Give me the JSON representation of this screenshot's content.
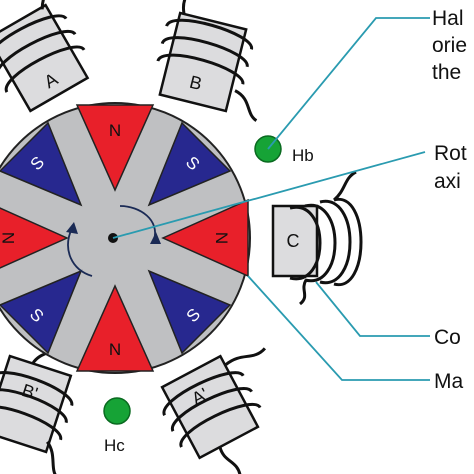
{
  "diagram": {
    "poles": {
      "north": "N",
      "south": "S"
    },
    "coils": {
      "a": "A",
      "b": "B",
      "c": "C",
      "a_prime": "A'",
      "b_prime": "B'"
    },
    "hall_sensors": {
      "hb": "Hb",
      "hc": "Hc"
    },
    "callouts": {
      "hall_line1": "Hal",
      "hall_line2": "orie",
      "hall_line3": "the",
      "rotor_line1": "Rot",
      "rotor_line2": "axi",
      "coil": "Co",
      "magnet": "Ma"
    },
    "colors": {
      "north": "#e8202a",
      "south": "#27288f",
      "stator_gray": "#bfc0c2",
      "sensor_green": "#16a336",
      "leader_line": "#2a9bb0",
      "coil_face": "#dcdcde"
    }
  }
}
